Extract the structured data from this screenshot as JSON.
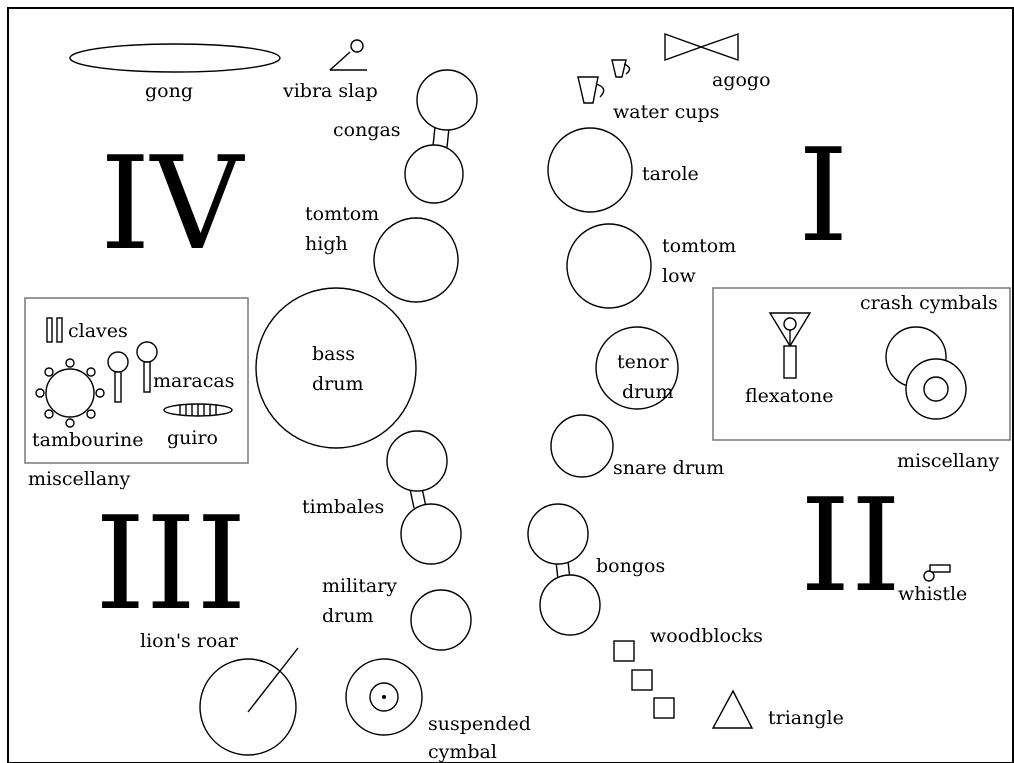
{
  "sections": {
    "one": "I",
    "two": "II",
    "three": "III",
    "four": "IV"
  },
  "labels": {
    "gong": "gong",
    "vibra_slap": "vibra slap",
    "congas": "congas",
    "water_cups": "water cups",
    "agogo": "agogo",
    "tarole": "tarole",
    "tomtom_high_1": "tomtom",
    "tomtom_high_2": "high",
    "tomtom_low_1": "tomtom",
    "tomtom_low_2": "low",
    "bass_drum_1": "bass",
    "bass_drum_2": "drum",
    "tenor_drum_1": "tenor",
    "tenor_drum_2": "drum",
    "claves": "claves",
    "maracas": "maracas",
    "tambourine": "tambourine",
    "guiro": "guiro",
    "miscellany_left": "miscellany",
    "crash_cymbals": "crash cymbals",
    "flexatone": "flexatone",
    "miscellany_right": "miscellany",
    "snare_drum": "snare drum",
    "timbales": "timbales",
    "bongos": "bongos",
    "whistle": "whistle",
    "military_drum_1": "military",
    "military_drum_2": "drum",
    "lions_roar": "lion's roar",
    "woodblocks": "woodblocks",
    "suspended_cymbal_1": "suspended",
    "suspended_cymbal_2": "cymbal",
    "triangle": "triangle"
  }
}
